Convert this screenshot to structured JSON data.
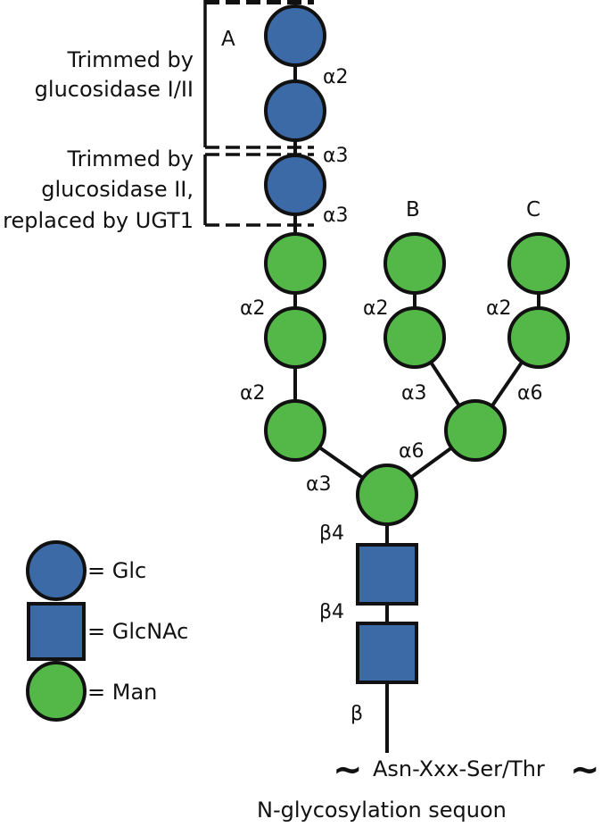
{
  "colors": {
    "glc": "#3c6aa6",
    "glcnac": "#3c6aa6",
    "man": "#54b848",
    "stroke": "#111111"
  },
  "branches": {
    "a": "A",
    "b": "B",
    "c": "C"
  },
  "notes": {
    "trim_1": [
      "Trimmed by",
      "glucosidase I/II"
    ],
    "trim_2": [
      "Trimmed by",
      "glucosidase II,",
      "replaced by UGT1"
    ]
  },
  "linkages": {
    "glc_a2": "α2",
    "glc_a3_upper": "α3",
    "glc_a3_lower": "α3",
    "armA_a2_top": "α2",
    "armA_a2_mid": "α2",
    "armB_a2": "α2",
    "armC_a2": "α2",
    "armB_a3": "α3",
    "armC_a6": "α6",
    "core_a6": "α6",
    "core_a3": "α3",
    "core_b4_upper": "β4",
    "core_b4_lower": "β4",
    "core_b": "β"
  },
  "sequon": {
    "tilde_left": "~",
    "text": "Asn-Xxx-Ser/Thr",
    "tilde_right": "~",
    "caption": "N-glycosylation sequon"
  },
  "legend": [
    {
      "shape": "circle",
      "color": "glc",
      "label": "= Glc"
    },
    {
      "shape": "square",
      "color": "glcnac",
      "label": "= GlcNAc"
    },
    {
      "shape": "circle",
      "color": "man",
      "label": "= Man"
    }
  ]
}
